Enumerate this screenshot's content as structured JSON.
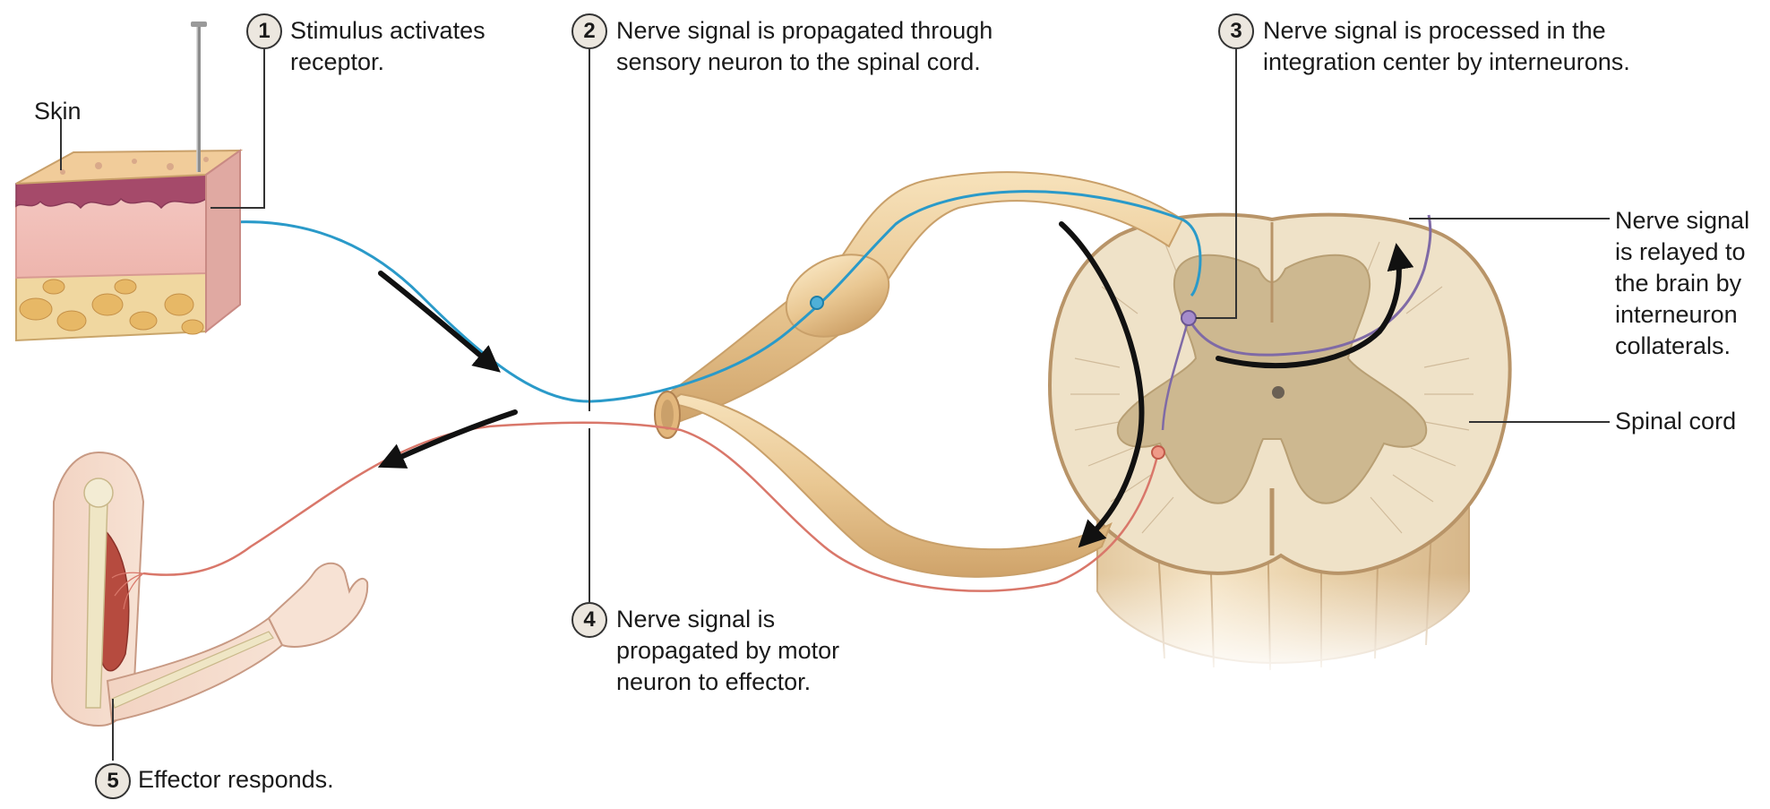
{
  "steps": [
    {
      "number": "1",
      "text": "Stimulus activates\nreceptor."
    },
    {
      "number": "2",
      "text": "Nerve signal is propagated through\nsensory neuron to the spinal cord."
    },
    {
      "number": "3",
      "text": "Nerve signal is processed in the\nintegration center by interneurons."
    },
    {
      "number": "4",
      "text": "Nerve signal is\npropagated by motor\nneuron to effector."
    },
    {
      "number": "5",
      "text": "Effector responds."
    }
  ],
  "labels": {
    "skin": "Skin",
    "relay": "Nerve signal\nis relayed to\nthe brain by\ninterneuron\ncollaterals.",
    "spinal_cord": "Spinal cord"
  },
  "colors": {
    "sensory_neuron": "#2a9ac9",
    "motor_neuron": "#d9776a",
    "interneuron": "#7f6aa6",
    "nerve": "#e8c896",
    "gray_matter": "#cdb890",
    "white_matter": "#efe2c8",
    "muscle": "#b64b3f",
    "skin_epidermis": "#a54a6a"
  }
}
